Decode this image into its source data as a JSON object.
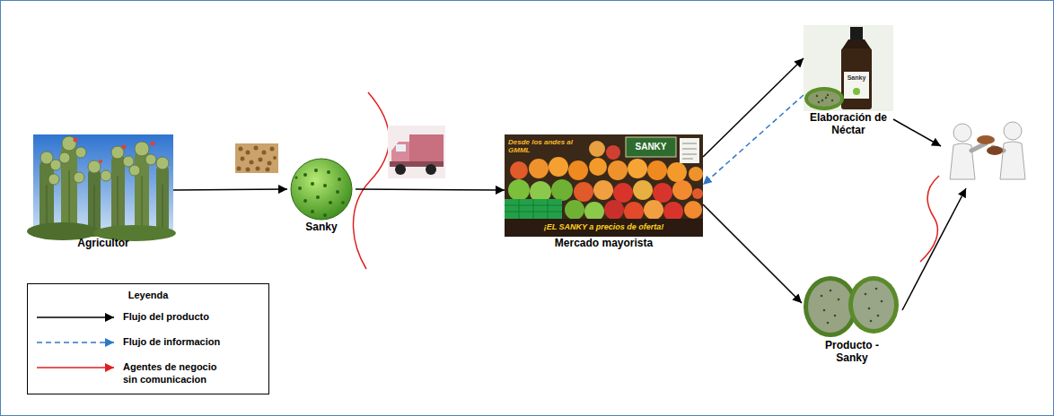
{
  "diagram": {
    "nodes": [
      {
        "text": [
          "Agricultor"
        ]
      },
      {
        "text": [
          "Sanky"
        ]
      },
      {
        "text": [
          "Mercado mayorista"
        ]
      },
      {
        "text": [
          "Elaboración de Néctar"
        ]
      },
      {
        "text": [
          "Producto - Sanky"
        ]
      },
      {
        "text": []
      }
    ],
    "edges": [
      {
        "from": 0,
        "to": 1,
        "arrow": "to"
      },
      {
        "from": 1,
        "to": 2,
        "arrow": "to"
      },
      {
        "from": 2,
        "to": 3,
        "arrow": "to"
      },
      {
        "from": 3,
        "to": 2,
        "arrow": "to"
      },
      {
        "from": 2,
        "to": 4,
        "arrow": "to"
      },
      {
        "from": 3,
        "to": 5,
        "arrow": "to"
      },
      {
        "from": 4,
        "to": 5,
        "arrow": "to"
      }
    ],
    "labels": [
      "Desde los andes al GMML",
      "SANKY",
      "¡EL SANKY a precios de oferta!",
      "Sanky",
      "Leyenda"
    ],
    "legend": [
      {
        "text": "Flujo del producto"
      },
      {
        "text": "Flujo de informacion"
      },
      {
        "text": "Agentes de negocio sin comunicacion"
      }
    ]
  }
}
